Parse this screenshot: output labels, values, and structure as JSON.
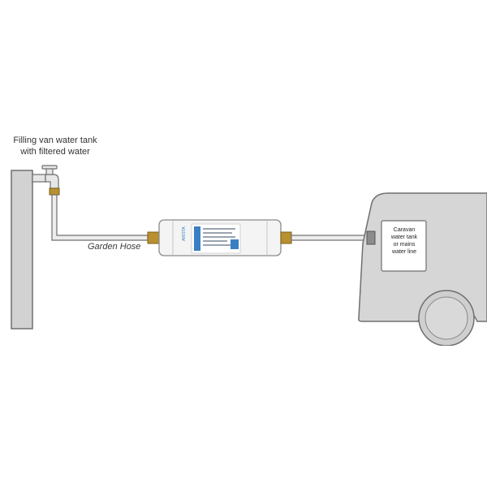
{
  "diagram": {
    "title_line1": "Filling van water tank",
    "title_line2": "with filtered water",
    "hose_label": "Garden Hose",
    "van_label_lines": [
      "Caravan",
      "water tank",
      "or mains",
      "water line"
    ],
    "filter_brand": "ARISTA"
  },
  "colors": {
    "outline": "#6f6f6f",
    "wall_fill": "#d2d2d2",
    "van_fill": "#d6d6d6",
    "hose_fill": "#ededed",
    "brass": "#b8902f",
    "filter_body": "#f4f4f4",
    "label_blue": "#3a7fc2"
  }
}
